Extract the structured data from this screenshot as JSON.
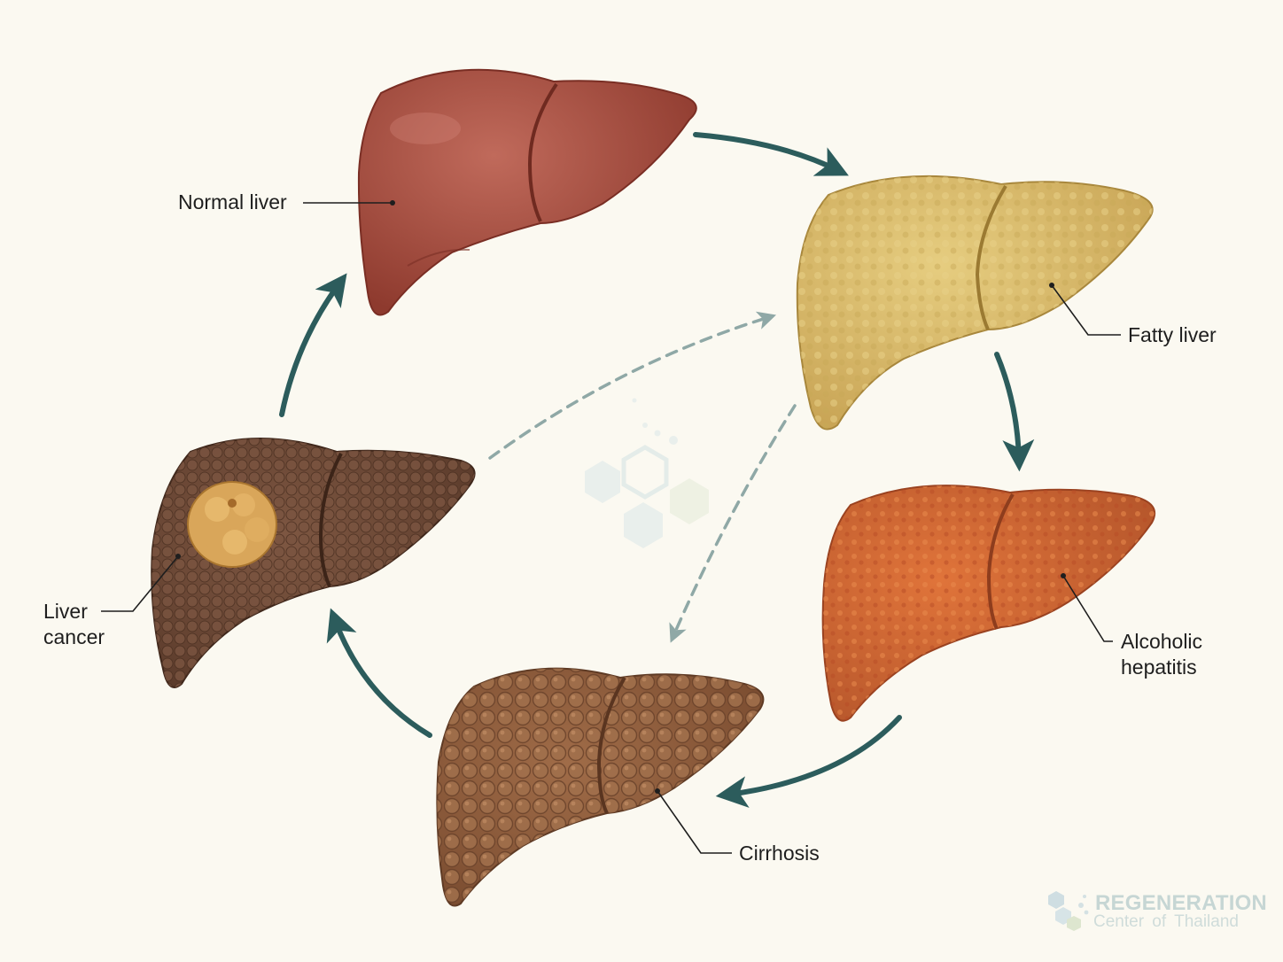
{
  "stages": {
    "normal": {
      "label": "Normal liver",
      "color": "#a5483a"
    },
    "fatty": {
      "label": "Fatty liver",
      "color": "#d8bb6c"
    },
    "alcoholic": {
      "label_line1": "Alcoholic",
      "label_line2": "hepatitis",
      "color": "#d56a35"
    },
    "cirrhosis": {
      "label": "Cirrhosis",
      "color": "#8a5a3c"
    },
    "cancer": {
      "label_line1": "Liver",
      "label_line2": "cancer",
      "color": "#6e4b38"
    }
  },
  "colors": {
    "background": "#fbf9f1",
    "cycle_arrow": "#2c5c5c",
    "reverse_arrow": "#8fa8a6",
    "watermark": "#c6d6d4"
  },
  "watermark": {
    "title": "REGENERATION",
    "subtitle": "Center of Thailand",
    "icon": "hexagon-logo-icon"
  }
}
